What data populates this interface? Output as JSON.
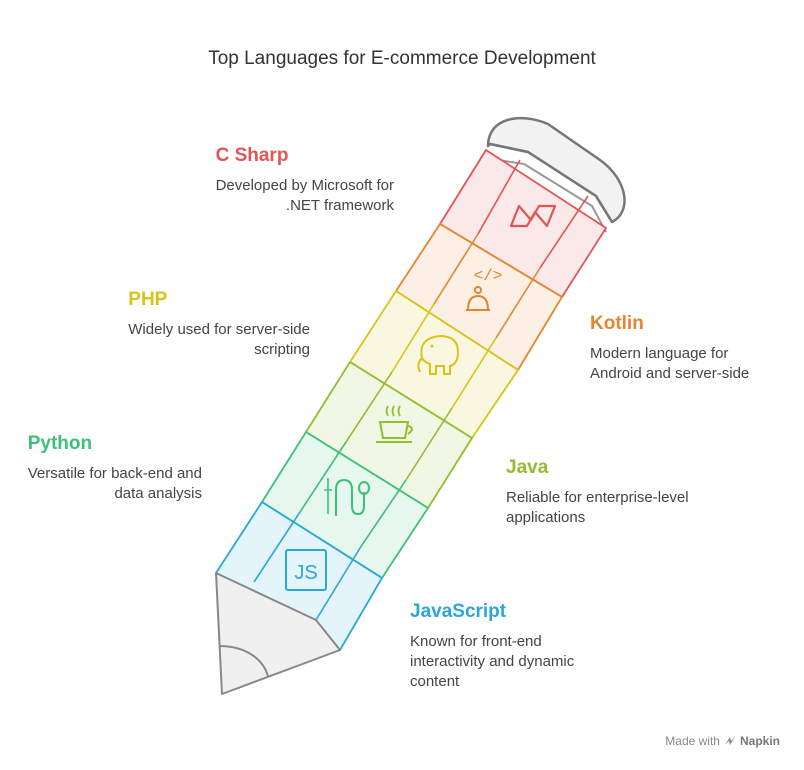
{
  "title": "Top Languages for E-commerce Development",
  "languages": [
    {
      "name": "C Sharp",
      "description": "Developed by Microsoft for\n.NET framework",
      "color": "#e05555",
      "icon": "dotnet-icon"
    },
    {
      "name": "Kotlin",
      "description": "Modern language for\nAndroid and server-side",
      "color": "#e5862e",
      "icon": "code-robot-icon"
    },
    {
      "name": "PHP",
      "description": "Widely used for server-side\nscripting",
      "color": "#d8c418",
      "icon": "elephant-icon"
    },
    {
      "name": "Java",
      "description": "Reliable for enterprise-level\napplications",
      "color": "#8fbf2e",
      "icon": "coffee-cup-icon"
    },
    {
      "name": "Python",
      "description": "Versatile for back-end and\ndata analysis",
      "color": "#3ec07a",
      "icon": "snake-icon"
    },
    {
      "name": "JavaScript",
      "description": "Known for front-end\ninteractivity and dynamic\ncontent",
      "color": "#2aa7d8",
      "icon": "js-icon"
    }
  ],
  "footer": {
    "prefix": "Made with",
    "brand": "Napkin"
  }
}
